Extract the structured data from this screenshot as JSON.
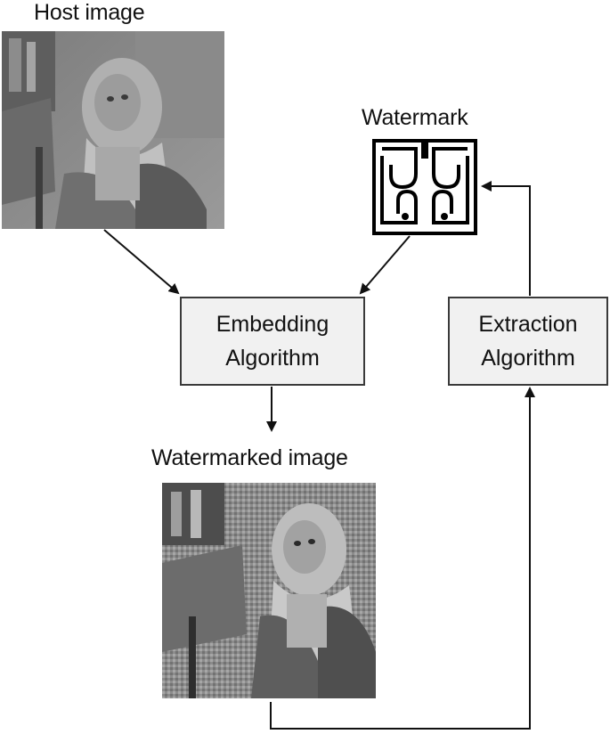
{
  "host_image": {
    "label": "Host image",
    "icon": "photo-portrait-grayscale"
  },
  "watermark": {
    "label": "Watermark",
    "icon": "watermark-logo"
  },
  "embedding": {
    "line1": "Embedding",
    "line2": "Algorithm"
  },
  "extraction": {
    "line1": "Extraction",
    "line2": "Algorithm"
  },
  "watermarked_image": {
    "label": "Watermarked image",
    "icon": "photo-portrait-grayscale-watermarked"
  },
  "colors": {
    "box_fill": "#f1f1f1",
    "stroke": "#222222"
  }
}
